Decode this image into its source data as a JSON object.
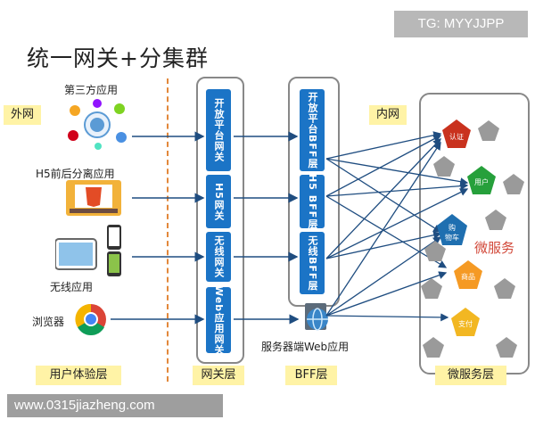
{
  "title": "统一网关+分集群",
  "tg_badge": "TG: MYYJJPP",
  "watermark": "www.0315jiazheng.com",
  "zones": {
    "outer": "外网",
    "inner": "内网"
  },
  "clients": [
    {
      "label": "第三方应用",
      "icon": "third-party-apps-icon"
    },
    {
      "label": "H5前后分离应用",
      "icon": "html5-icon"
    },
    {
      "label": "无线应用",
      "icon": "mobile-devices-icon"
    },
    {
      "label": "浏览器",
      "icon": "chrome-icon"
    }
  ],
  "gateways": [
    "开放平台网关",
    "H5网关",
    "无线网关",
    "Web应用网关"
  ],
  "bff_layers": [
    "开放平台BFF层",
    "H5 BFF层",
    "无线BFF层"
  ],
  "web_server_label": "服务器端Web应用",
  "microservices": [
    "认证",
    "用户",
    "购物车",
    "商品",
    "支付"
  ],
  "microservices_label": "微服务",
  "layers": {
    "user": "用户体验层",
    "gateway": "网关层",
    "bff": "BFF层",
    "micro": "微服务层"
  },
  "colors": {
    "gateway_blue": "#1b74c6",
    "tag_yellow": "#fff3a6",
    "auth": "#c9321e",
    "user": "#26a03b",
    "cart": "#1f6fb0",
    "product": "#f59a24",
    "pay": "#f2b722",
    "micro_text": "#d2493a",
    "arrow": "#1f4d80"
  }
}
